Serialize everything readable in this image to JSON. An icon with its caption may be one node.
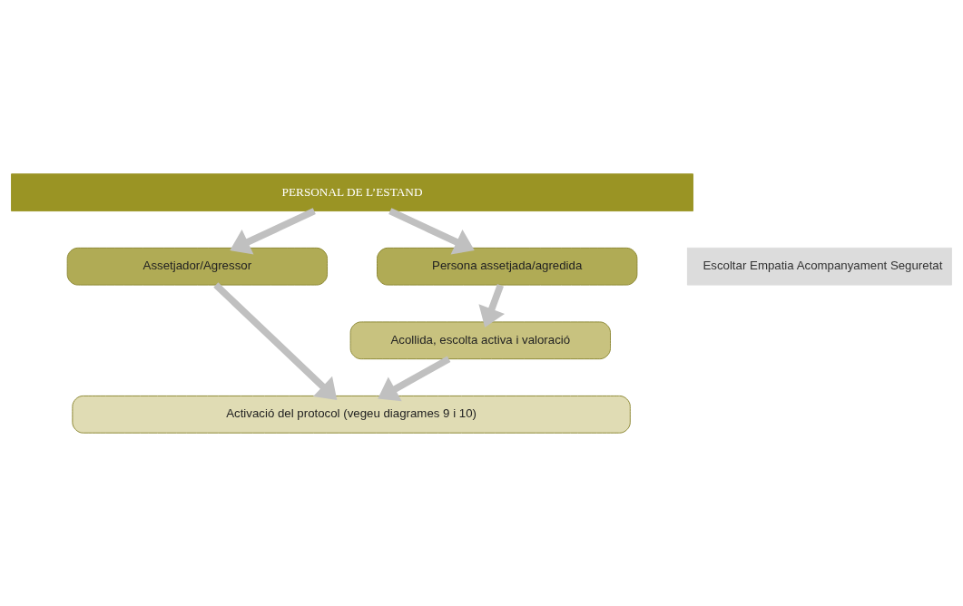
{
  "diagram": {
    "nodes": [
      {
        "text": [
          "PERSONAL DE L’ESTAND"
        ]
      },
      {
        "text": [
          "Escoltar Empatia Acompanyament Seguretat"
        ]
      },
      {
        "text": [
          "Assetjador/Agressor"
        ]
      },
      {
        "text": [
          "Persona assetjada/agredida"
        ]
      },
      {
        "text": [
          "Acollida, escolta activa i valoració"
        ]
      },
      {
        "text": [
          "Activació del protocol (vegeu diagrames 9 i 10)"
        ]
      }
    ],
    "edges": [
      {
        "from": 0,
        "to": 2,
        "arrow": "to"
      },
      {
        "from": 0,
        "to": 3,
        "arrow": "to"
      },
      {
        "from": 2,
        "to": 5,
        "arrow": "to"
      },
      {
        "from": 3,
        "to": 4,
        "arrow": "to"
      },
      {
        "from": 4,
        "to": 5,
        "arrow": "to"
      }
    ]
  }
}
